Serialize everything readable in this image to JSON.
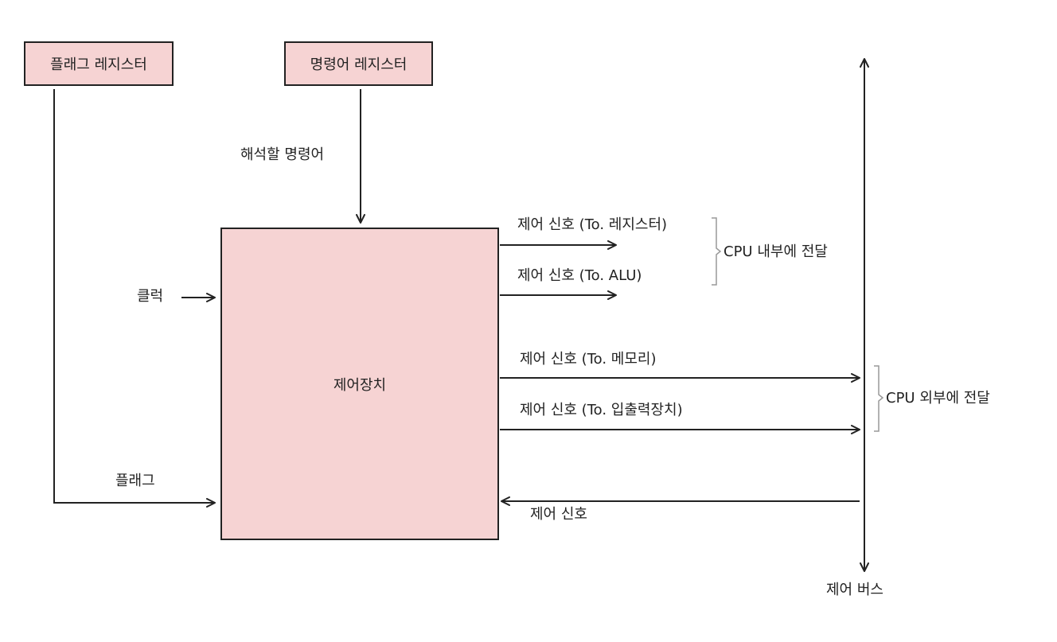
{
  "nodes": {
    "flag_register": "플래그 레지스터",
    "instruction_register": "명령어 레지스터",
    "control_unit": "제어장치"
  },
  "inputs": {
    "instruction_to_decode": "해석할 명령어",
    "clock": "클럭",
    "flag": "플래그",
    "control_signal_in": "제어 신호"
  },
  "outputs": {
    "to_register": "제어 신호 (To. 레지스터)",
    "to_alu": "제어 신호 (To. ALU)",
    "to_memory": "제어 신호 (To. 메모리)",
    "to_io": "제어 신호 (To. 입출력장치)"
  },
  "groups": {
    "internal": "CPU 내부에 전달",
    "external": "CPU 외부에 전달"
  },
  "bus": {
    "label": "제어 버스"
  },
  "colors": {
    "box_fill": "#f6d3d3",
    "stroke": "#222222",
    "bracket": "#999999"
  }
}
